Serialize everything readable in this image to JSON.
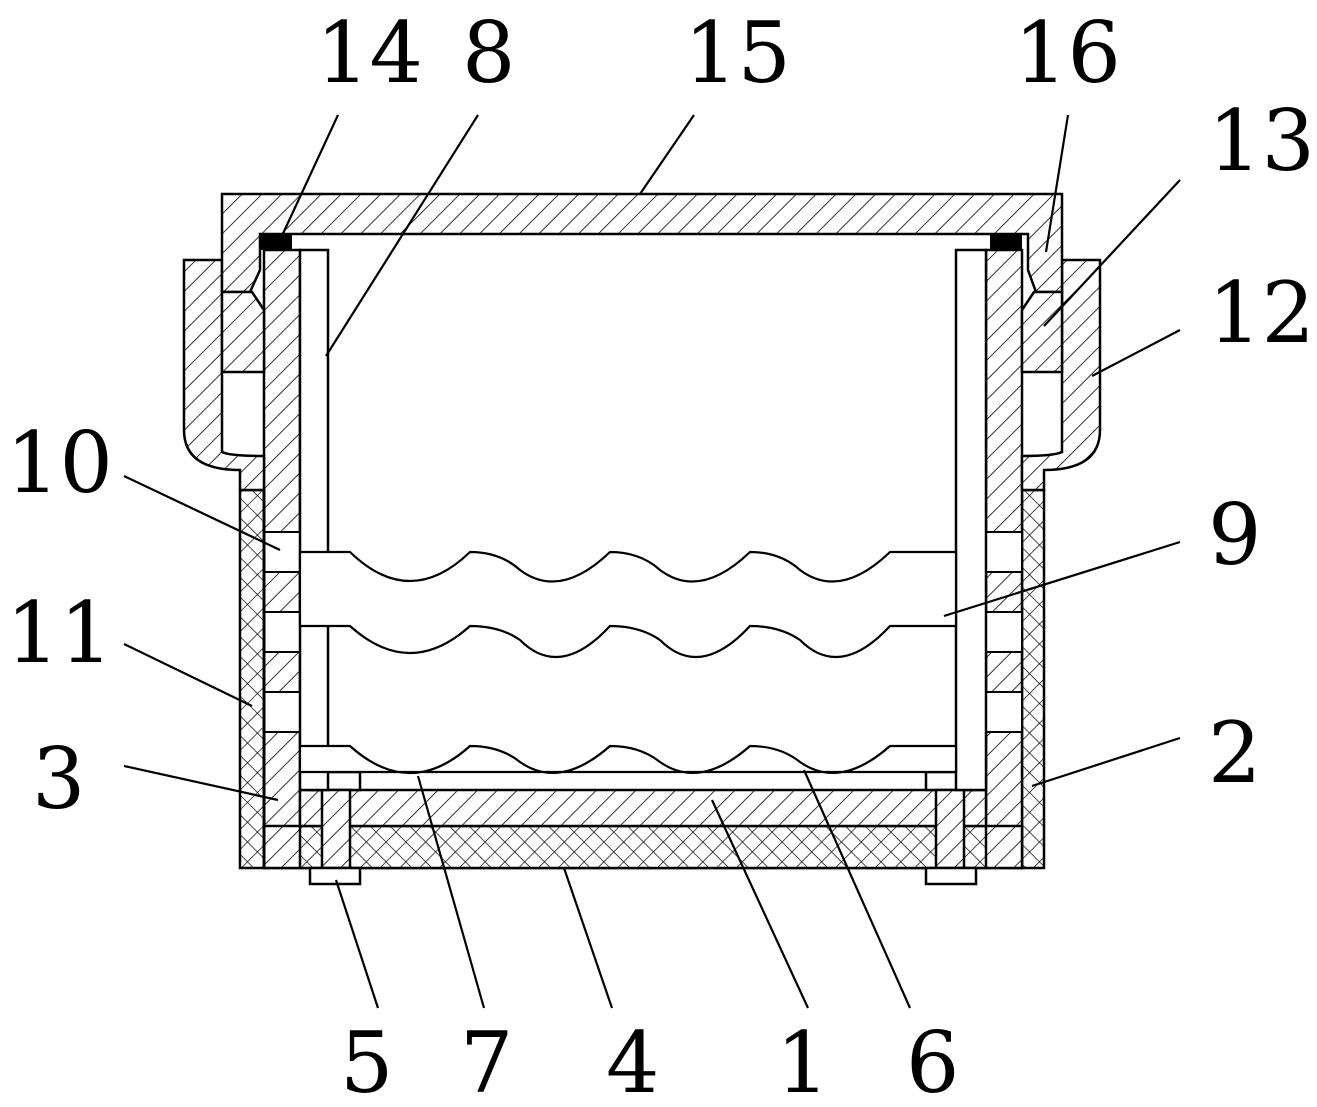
{
  "diagram": {
    "labels": {
      "l14": "14",
      "l8": "8",
      "l15": "15",
      "l16": "16",
      "l13": "13",
      "l12": "12",
      "l10": "10",
      "l9": "9",
      "l11": "11",
      "l3": "3",
      "l2": "2",
      "l5": "5",
      "l7": "7",
      "l4": "4",
      "l1": "1",
      "l6": "6"
    }
  }
}
